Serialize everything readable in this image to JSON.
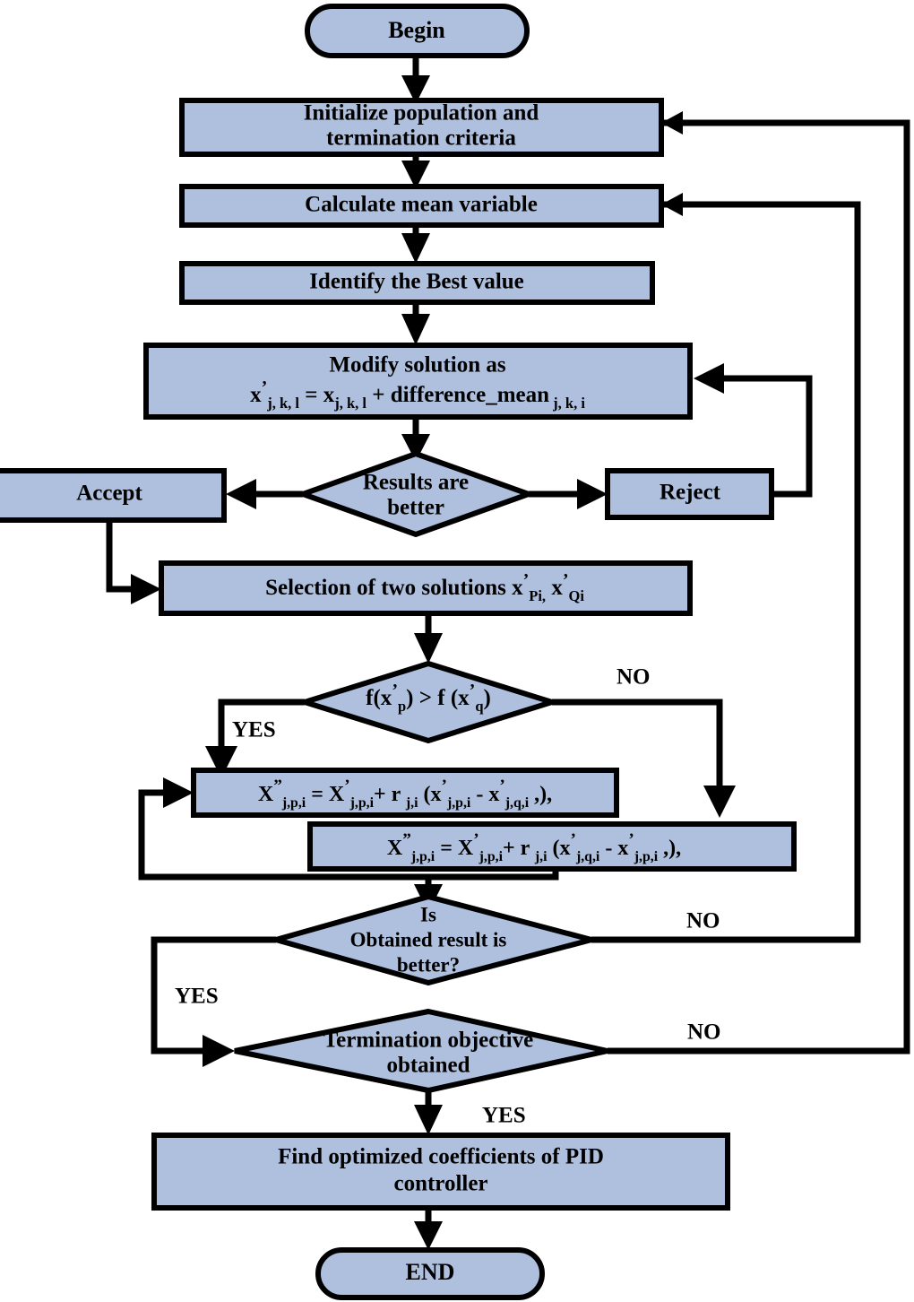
{
  "diagram": {
    "title": "PID controller coefficient optimization flowchart",
    "colors": {
      "node_fill": "#aec0de",
      "stroke": "#000000",
      "background": "#ffffff"
    },
    "nodes": {
      "begin": {
        "label": "Begin",
        "shape": "terminator"
      },
      "initialize": {
        "line1": "Initialize population and",
        "line2": "termination criteria",
        "shape": "process"
      },
      "calc_mean": {
        "label": "Calculate mean variable",
        "shape": "process"
      },
      "identify_best": {
        "label": "Identify the Best value",
        "shape": "process"
      },
      "modify": {
        "line1": "Modify  solution as",
        "formula": {
          "lhs_base": "x",
          "lhs_prime": "’",
          "lhs_sub": "j, k, l",
          "eq": "=",
          "rhs_base": "x",
          "rhs_sub": "j, k, l",
          "plus": "+",
          "term": "difference_mean",
          "term_sub": "j, k, i"
        },
        "shape": "process"
      },
      "results_better": {
        "line1": "Results are",
        "line2": "better",
        "shape": "decision"
      },
      "accept": {
        "label": "Accept",
        "shape": "process"
      },
      "reject": {
        "label": "Reject",
        "shape": "process"
      },
      "selection": {
        "prefix": "Selection of two solutions ",
        "x1": "x",
        "x1_prime": "’",
        "x1_sub": "Pi,",
        "x2": " x",
        "x2_prime": "’",
        "x2_sub": "Qi",
        "shape": "process"
      },
      "compare_f": {
        "text": "f(x’p) > f (x’q)",
        "shape": "decision"
      },
      "formula_yes": {
        "text": "X”j,p,i = X’j,p,i+ r j,i (x’j,p,i - x’j,q,i ,),",
        "shape": "process"
      },
      "formula_no": {
        "text": "X”j,p,i = X’j,p,i+ r j,i (x’j,q,i - x’j,p,i ,),",
        "shape": "process"
      },
      "obtained_better": {
        "line1": "Is",
        "line2": "Obtained result is",
        "line3": "better?",
        "shape": "decision"
      },
      "termination": {
        "line1": "Termination objective",
        "line2": "obtained",
        "shape": "decision"
      },
      "find_pid": {
        "line1": "Find optimized coefficients of PID",
        "line2": "controller",
        "shape": "process"
      },
      "end": {
        "label": "END",
        "shape": "terminator"
      }
    },
    "edge_labels": {
      "compare_yes": "YES",
      "compare_no": "NO",
      "obtained_yes": "YES",
      "obtained_no": "NO",
      "termination_no": "NO",
      "termination_yes": "YES"
    }
  }
}
